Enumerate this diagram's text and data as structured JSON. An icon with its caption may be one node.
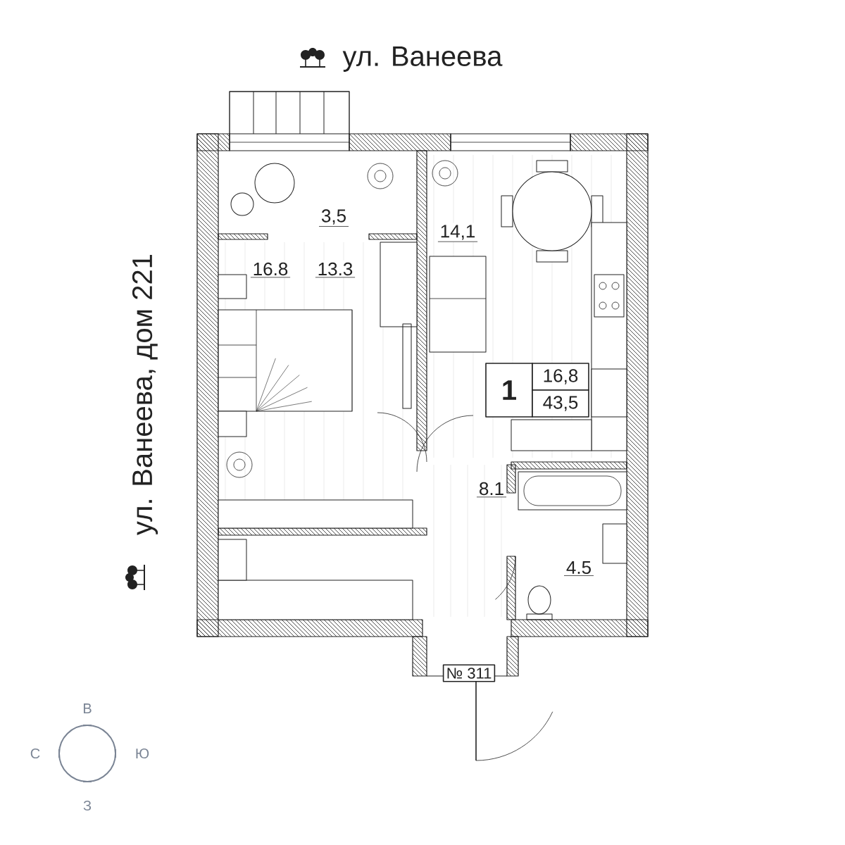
{
  "diagram": {
    "labels": [
      "ул. Ванеева",
      "ул. Ванеева, дом 221",
      "3,5",
      "16.8",
      "13.3",
      "14,1",
      "1",
      "16,8",
      "43,5",
      "8.1",
      "4.5",
      "№ 311",
      "В",
      "С",
      "Ю",
      "З"
    ]
  }
}
